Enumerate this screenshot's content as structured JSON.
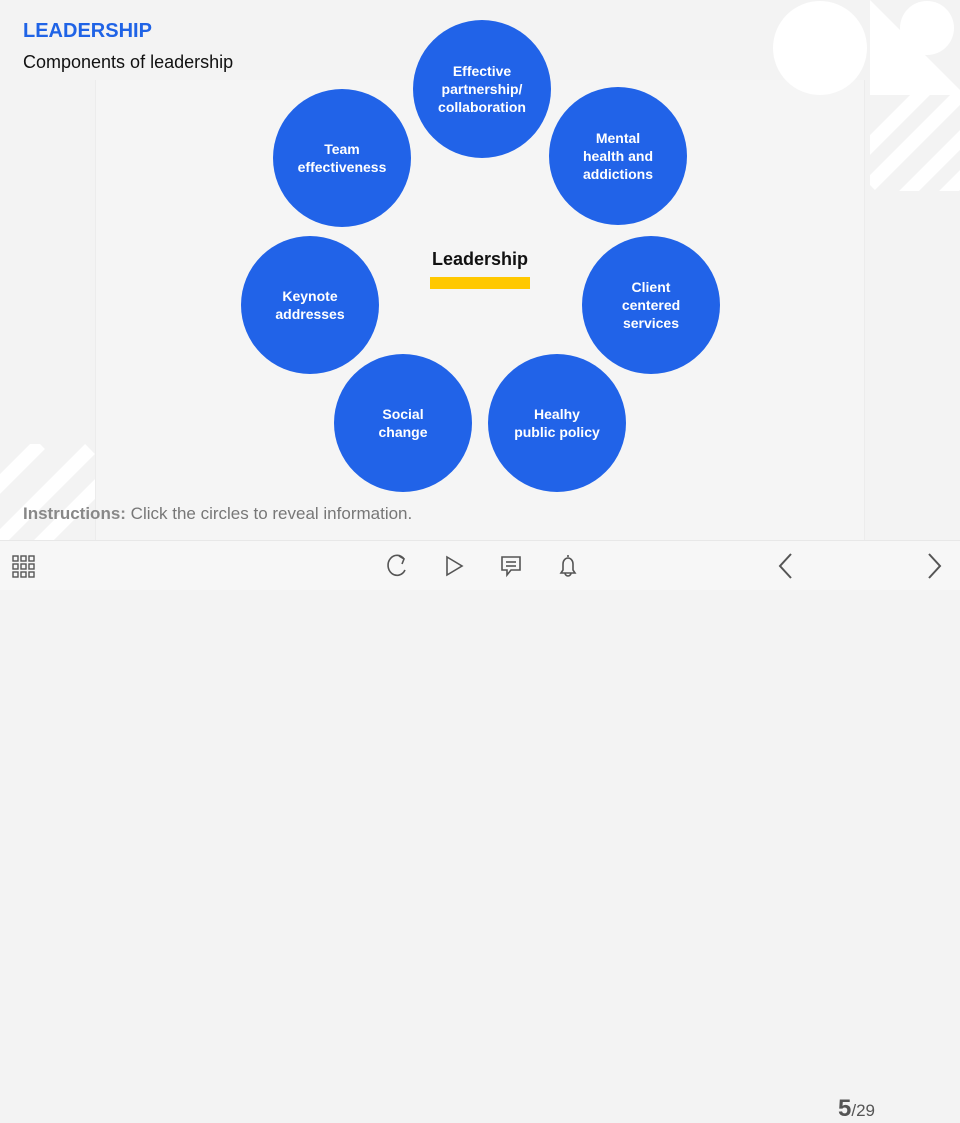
{
  "header": {
    "title": "LEADERSHIP",
    "subtitle": "Components of leadership"
  },
  "diagram": {
    "center": "Leadership",
    "circles": [
      "Effective\npartnership/\ncollaboration",
      "Mental\nhealth and\naddictions",
      "Client\ncentered\nservices",
      "Healhy\npublic policy",
      "Social\nchange",
      "Keynote\naddresses",
      "Team\neffectiveness"
    ]
  },
  "instructions": {
    "label": "Instructions:",
    "text": " Click the circles to reveal information."
  },
  "player": {
    "current_page": "5",
    "total_pages": "/29"
  },
  "colors": {
    "accent": "#2163e8",
    "highlight": "#ffc800"
  }
}
